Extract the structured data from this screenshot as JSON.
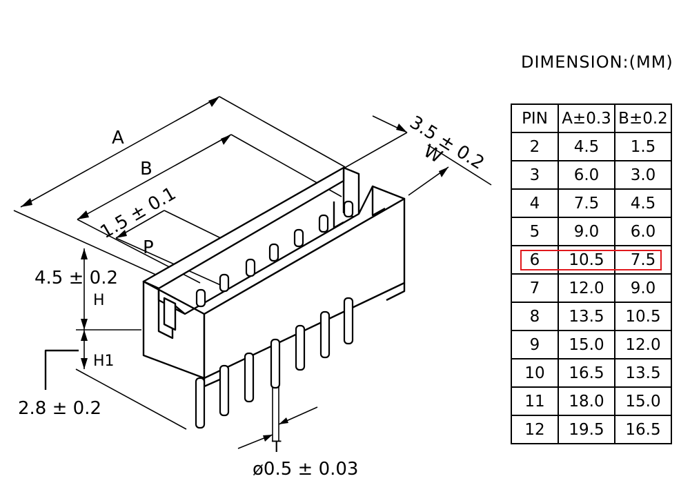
{
  "drawing": {
    "label_a": "A",
    "label_b": "B",
    "label_p": "P",
    "label_w": "W",
    "label_h": "H",
    "label_h1": "H1",
    "label_t": "T",
    "dim_pitch": "1.5 ± 0.1",
    "dim_width": "3.5 ± 0.2",
    "dim_height": "4.5 ± 0.2",
    "dim_pin_tail": "2.8 ± 0.2",
    "dim_pin_dia": "ø0.5 ± 0.03"
  },
  "table": {
    "title": "DIMENSION:(MM)",
    "headers": [
      "PIN",
      "A±0.3",
      "B±0.2"
    ],
    "rows": [
      [
        "2",
        "4.5",
        "1.5"
      ],
      [
        "3",
        "6.0",
        "3.0"
      ],
      [
        "4",
        "7.5",
        "4.5"
      ],
      [
        "5",
        "9.0",
        "6.0"
      ],
      [
        "6",
        "10.5",
        "7.5"
      ],
      [
        "7",
        "12.0",
        "9.0"
      ],
      [
        "8",
        "13.5",
        "10.5"
      ],
      [
        "9",
        "15.0",
        "12.0"
      ],
      [
        "10",
        "16.5",
        "13.5"
      ],
      [
        "11",
        "18.0",
        "15.0"
      ],
      [
        "12",
        "19.5",
        "16.5"
      ]
    ],
    "highlighted_pin": "6",
    "highlight_color": "#e0171c"
  }
}
